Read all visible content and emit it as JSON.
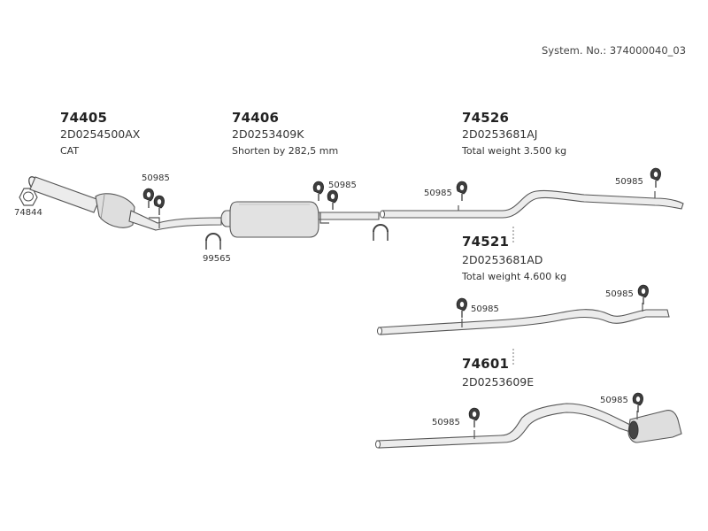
{
  "header": {
    "system_no": "System. No.: 374000040_03"
  },
  "parts": [
    {
      "number": "74405",
      "code": "2D0254500AX",
      "note": "CAT"
    },
    {
      "number": "74406",
      "code": "2D0253409K",
      "note": "Shorten by 282,5 mm"
    },
    {
      "number": "74526",
      "code": "2D0253681AJ",
      "note": "Total weight 3.500 kg"
    },
    {
      "number": "74521",
      "code": "2D0253681AD",
      "note": "Total weight 4.600 kg"
    },
    {
      "number": "74601",
      "code": "2D0253609E",
      "note": ""
    }
  ],
  "small_parts": {
    "gasket": "74844",
    "clamp": "99565",
    "hanger": "50985"
  },
  "colors": {
    "line": "#555555",
    "fill": "#e9e9e9",
    "dark": "#444444"
  }
}
